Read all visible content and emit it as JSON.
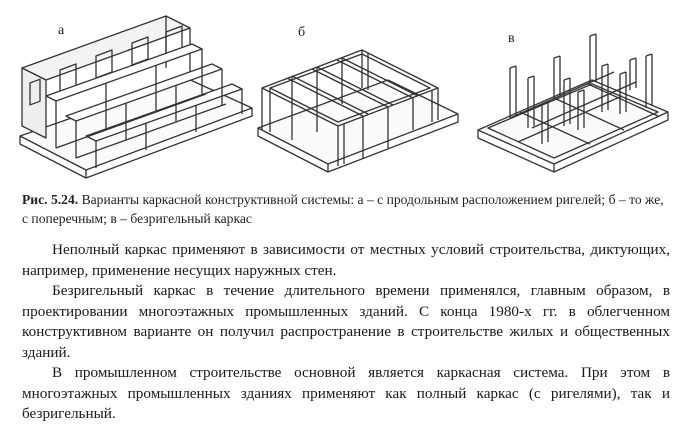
{
  "figure": {
    "panels": [
      {
        "letter": "а",
        "description_icon": "frame-longitudinal-girders-icon"
      },
      {
        "letter": "б",
        "description_icon": "frame-transverse-girders-icon"
      },
      {
        "letter": "в",
        "description_icon": "girderless-frame-icon"
      }
    ],
    "caption_label": "Рис. 5.24.",
    "caption_text": "Варианты каркасной конструктивной системы: а – с продольным расположением ригелей; б – то же, с поперечным; в – безригельный каркас"
  },
  "paragraphs": [
    "Неполный каркас применяют в зависимости от местных условий строительства, диктующих, например, применение несущих наружных стен.",
    "Безригельный каркас в течение длительного времени применялся, главным образом, в проектировании многоэтажных промышленных зданий. С конца 1980-х гг. в облегченном конструктивном варианте он получил распространение в строительстве жилых и общественных зданий.",
    "В промышленном строительстве основной является каркасная система. При этом в многоэтажных промышленных зданиях применяют как полный каркас (с ригелями), так и безригельный."
  ]
}
